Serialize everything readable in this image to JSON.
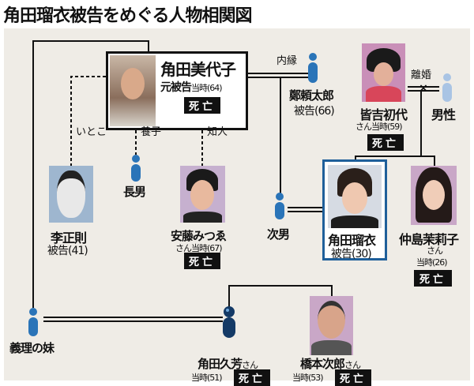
{
  "title": "角田瑠衣被告をめぐる人物相関図",
  "relations": {
    "common_law": "内縁",
    "divorce": "離婚",
    "cousin": "いとこ",
    "adopted": "養子",
    "acquaintance": "知人"
  },
  "dead_label": "死亡",
  "people": {
    "miyoko": {
      "name": "角田美代子",
      "role": "元被告",
      "age": "当時(64)"
    },
    "tei": {
      "name": "鄭頼太郎",
      "role": "被告(66)"
    },
    "minayoshi": {
      "name": "皆吉初代",
      "age": "さん当時(59)"
    },
    "male": {
      "name": "男性"
    },
    "lee": {
      "name": "李正則",
      "role": "被告(41)"
    },
    "eldest": {
      "name": "長男"
    },
    "ando": {
      "name": "安藤みつゑ",
      "age": "さん当時(67)"
    },
    "second": {
      "name": "次男"
    },
    "rui": {
      "name": "角田瑠衣",
      "role": "被告(30)"
    },
    "nakashima": {
      "name": "仲島茉莉子",
      "san": "さん",
      "age": "当時(26)"
    },
    "sister": {
      "name": "義理の妹"
    },
    "hisayoshi": {
      "name": "角田久芳",
      "san": "さん",
      "age": "当時(51)"
    },
    "hashimoto": {
      "name": "橋本次郎",
      "san": "さん",
      "age": "当時(53)"
    }
  },
  "colors": {
    "panel": "#efece6",
    "icon": "#2a74b8",
    "icon_light": "#a9c4e4",
    "rui_border": "#1f5f9a"
  }
}
